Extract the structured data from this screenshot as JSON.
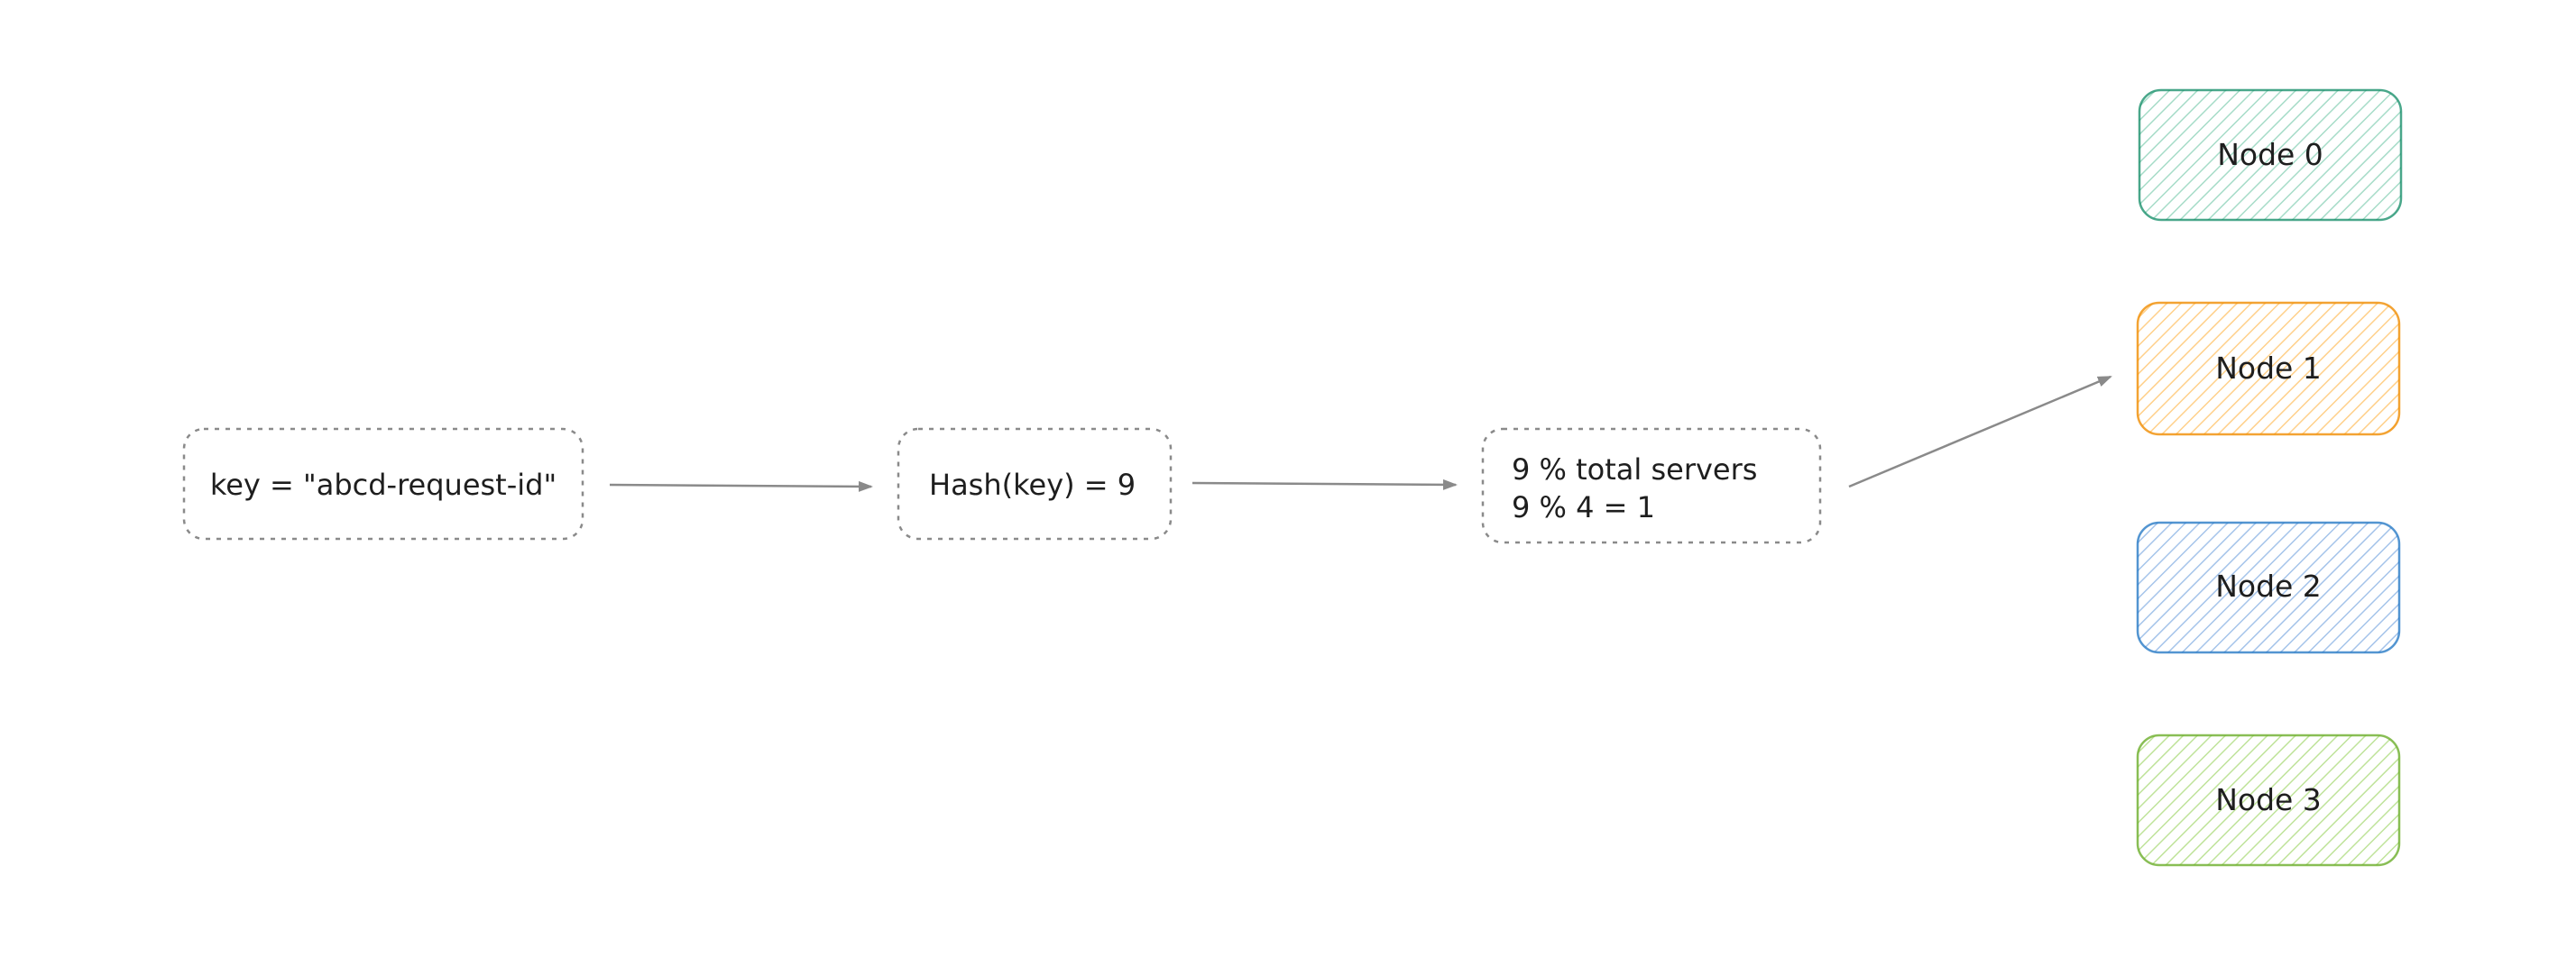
{
  "steps": {
    "key": {
      "label": "key = \"abcd-request-id\""
    },
    "hash": {
      "label": "Hash(key) = 9"
    },
    "modulo": {
      "line1": "9 % total servers",
      "line2": "9 % 4 = 1"
    }
  },
  "nodes": [
    {
      "label": "Node 0",
      "color": "#0c8a63",
      "fill": "#a6dcc8"
    },
    {
      "label": "Node 1",
      "color": "#f08c00",
      "fill": "#ffd08a"
    },
    {
      "label": "Node 2",
      "color": "#1971c2",
      "fill": "#a5c4ea"
    },
    {
      "label": "Node 3",
      "color": "#6cae2b",
      "fill": "#bfe39a"
    }
  ],
  "colors": {
    "dashed_border": "#8a8a8a",
    "arrow": "#8a8a8a"
  }
}
